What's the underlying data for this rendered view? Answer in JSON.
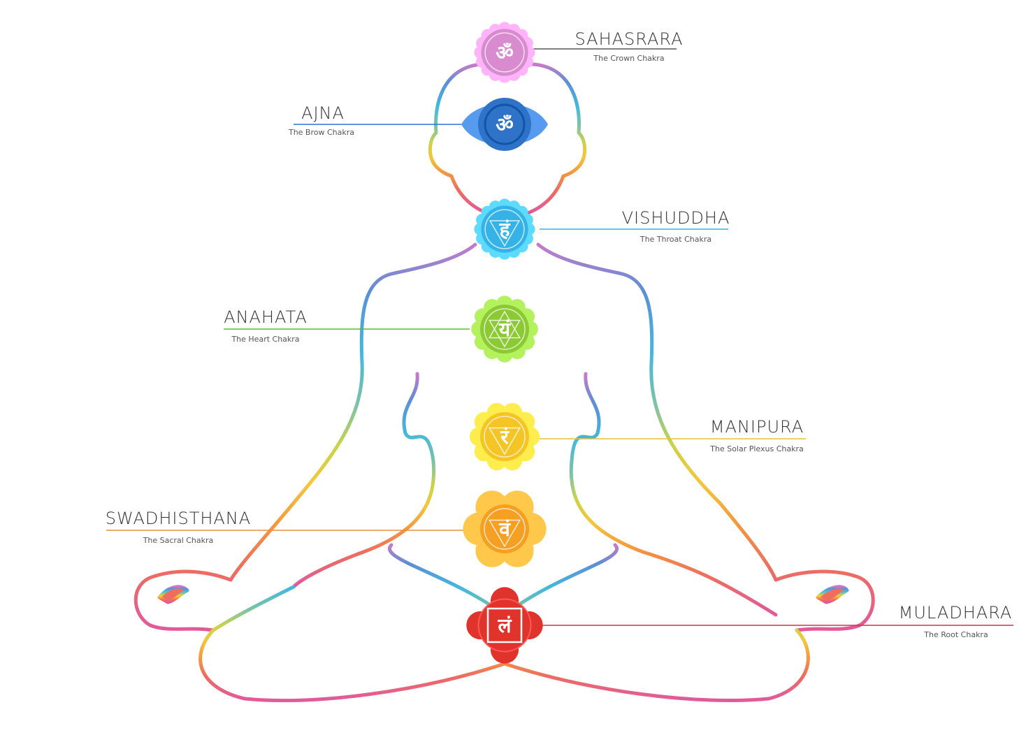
{
  "colors": {
    "background": "#ffffff",
    "body_gradient": [
      "#c77ac9",
      "#5b8fd6",
      "#43b8de",
      "#7fc3a2",
      "#c9d44a",
      "#f5c63a",
      "#f59a3e",
      "#ee6d5e",
      "#e05a9c"
    ]
  },
  "chakras": [
    {
      "key": "sahasrara",
      "name": "SAHASRARA",
      "subtitle": "The Crown Chakra",
      "color": "#d98bd0",
      "glyph": "ॐ",
      "icon": "lotus-icon"
    },
    {
      "key": "ajna",
      "name": "AJNA",
      "subtitle": "The Brow Chakra",
      "color": "#2f73c8",
      "glyph": "ॐ",
      "icon": "lotus-icon"
    },
    {
      "key": "vishuddha",
      "name": "VISHUDDHA",
      "subtitle": "The Throat Chakra",
      "color": "#35b3e6",
      "glyph": "हं",
      "icon": "lotus-icon"
    },
    {
      "key": "anahata",
      "name": "ANAHATA",
      "subtitle": "The Heart Chakra",
      "color": "#8bc935",
      "glyph": "यं",
      "icon": "lotus-icon"
    },
    {
      "key": "manipura",
      "name": "MANIPURA",
      "subtitle": "The Solar Plexus Chakra",
      "color": "#f4c525",
      "glyph": "रं",
      "icon": "lotus-icon"
    },
    {
      "key": "swadhisthana",
      "name": "SWADHISTHANA",
      "subtitle": "The Sacral Chakra",
      "color": "#f5a023",
      "glyph": "वं",
      "icon": "lotus-icon"
    },
    {
      "key": "muladhara",
      "name": "MULADHARA",
      "subtitle": "The Root Chakra",
      "color": "#e0332b",
      "glyph": "लं",
      "icon": "lotus-icon"
    }
  ]
}
